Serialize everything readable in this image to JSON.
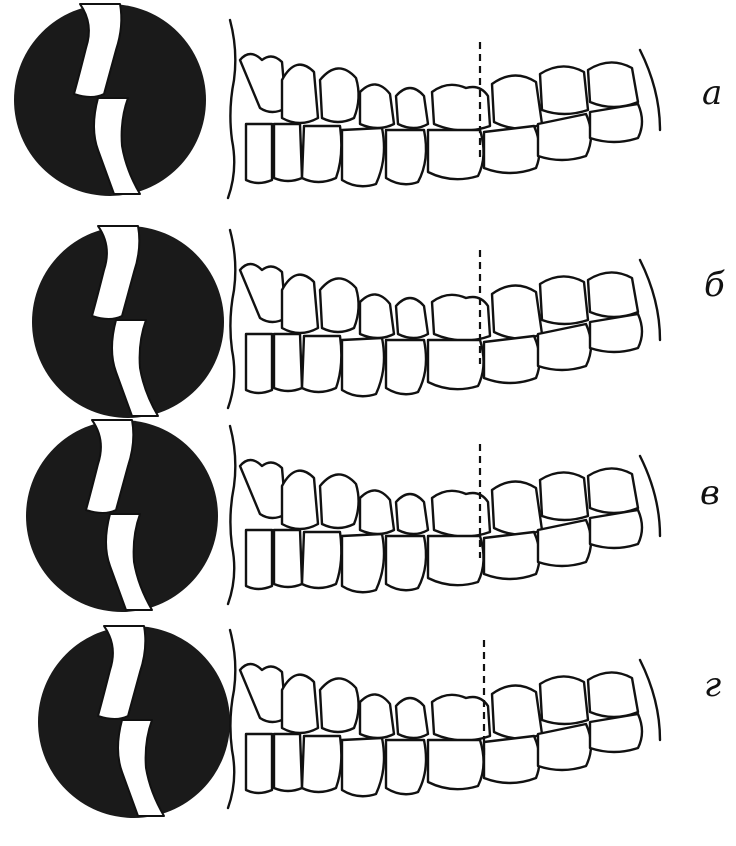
{
  "panels": [
    {
      "id": "a",
      "label": "а"
    },
    {
      "id": "b",
      "label": "б"
    },
    {
      "id": "c",
      "label": "в"
    },
    {
      "id": "d",
      "label": "г"
    }
  ],
  "colors": {
    "ink": "#111111",
    "disc": "#1a1a1a",
    "paper": "#ffffff"
  }
}
